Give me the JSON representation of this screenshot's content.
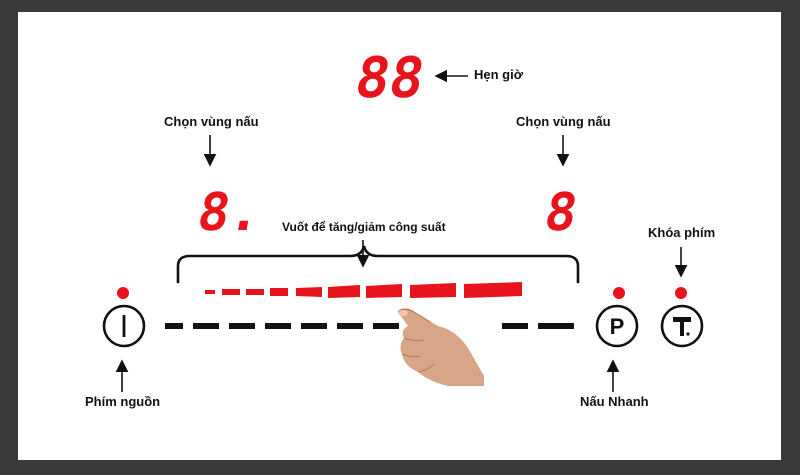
{
  "timer": {
    "display": "88",
    "label": "Hẹn giờ"
  },
  "zones": [
    {
      "display": "8.",
      "label": "Chọn vùng nấu"
    },
    {
      "display": "8",
      "label": "Chọn vùng nấu"
    }
  ],
  "slider": {
    "label": "Vuốt để tăng/giảm công suất"
  },
  "buttons": {
    "power": {
      "label": "Phím nguồn",
      "icon": "power-icon"
    },
    "quick_cook": {
      "label": "Nấu Nhanh",
      "icon": "p-icon"
    },
    "key_lock": {
      "label": "Khóa phím",
      "icon": "lock-key-icon"
    }
  },
  "colors": {
    "led": "#e8141b",
    "line": "#111111",
    "background": "#ffffff",
    "frame": "#3a3a3a"
  }
}
